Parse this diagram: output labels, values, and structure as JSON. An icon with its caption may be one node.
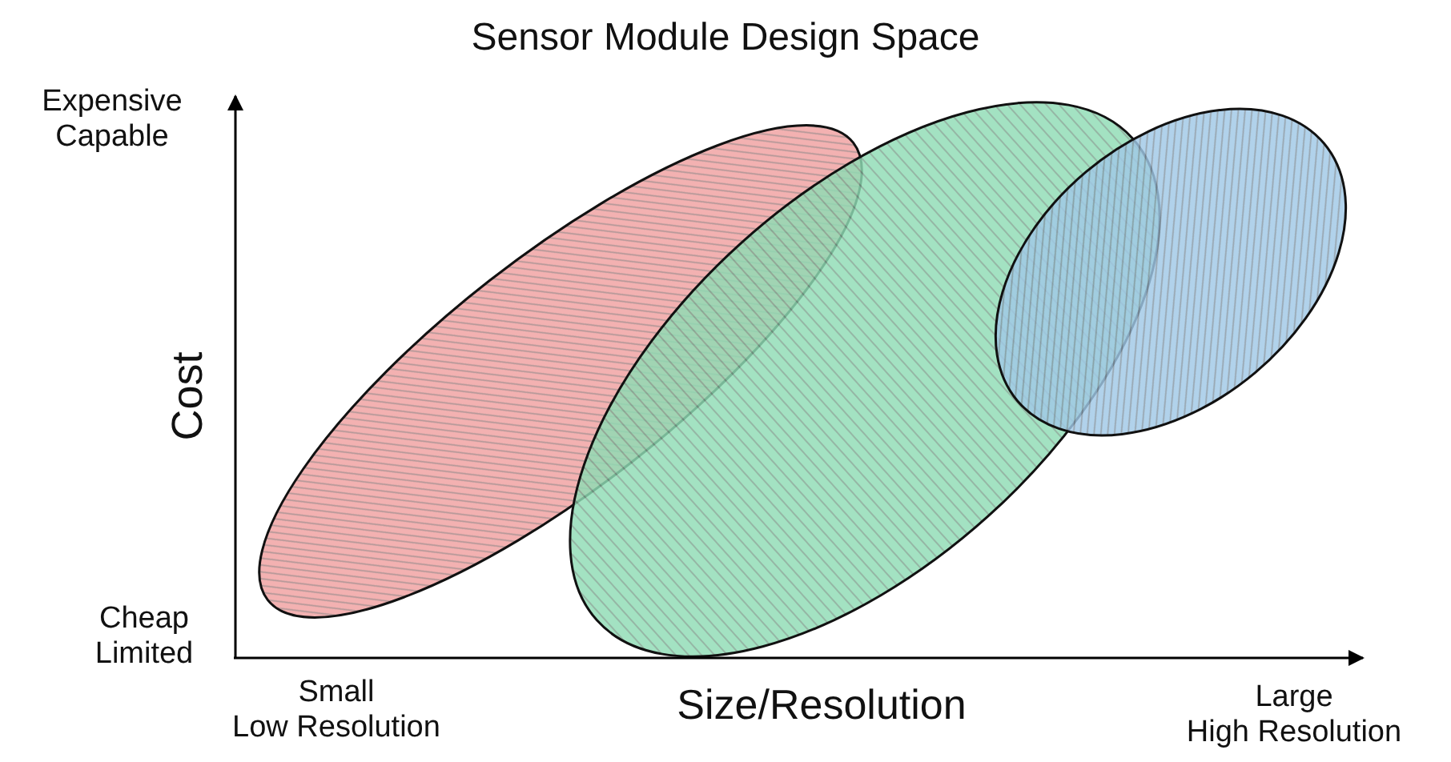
{
  "diagram": {
    "title": "Sensor Module Design Space",
    "labels": [
      "Expensive Capable",
      "Cost",
      "Cheap Limited",
      "Small Low Resolution",
      "Size/Resolution",
      "Large High Resolution"
    ]
  }
}
